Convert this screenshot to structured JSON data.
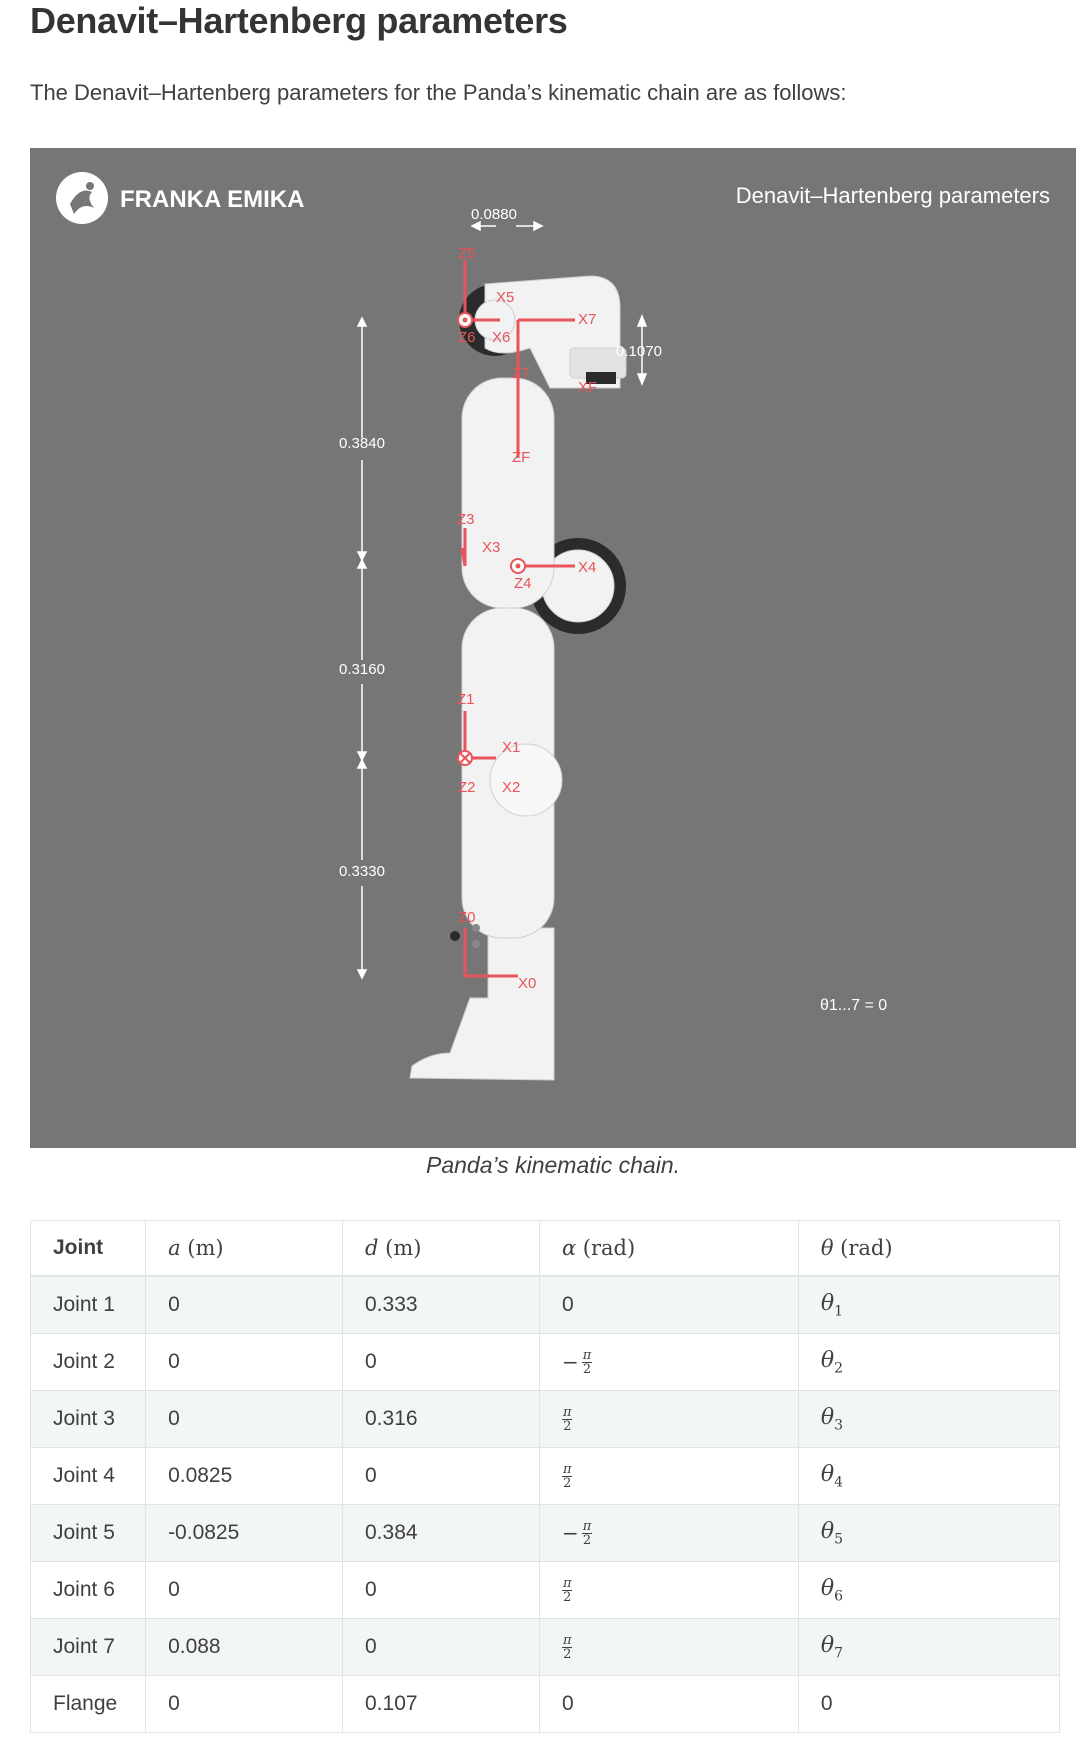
{
  "heading": "Denavit–Hartenberg parameters",
  "intro": "The Denavit–Hartenberg parameters for the Panda’s kinematic chain are as follows:",
  "figure": {
    "brand": "FRANKA EMIKA",
    "title": "Denavit–Hartenberg parameters",
    "dims": {
      "top_offset": "0.0880",
      "flange": "0.1070",
      "d5": "0.3840",
      "d3": "0.3160",
      "d1": "0.3330"
    },
    "frames": {
      "z0": "Z0",
      "x0": "X0",
      "z1": "Z1",
      "x1": "X1",
      "z2": "Z2",
      "x2": "X2",
      "z3": "Z3",
      "x3": "X3",
      "z4": "Z4",
      "x4": "X4",
      "z5": "Z5",
      "x5": "X5",
      "z6": "Z6",
      "x6": "X6",
      "z7": "Z7",
      "x7": "X7",
      "zf": "ZF",
      "xf": "XF"
    },
    "theta_note": "θ1...7 = 0",
    "colors": {
      "background": "#767676",
      "frame_axis": "#e8545a",
      "robot": "#f2f2f2"
    }
  },
  "caption": "Panda’s kinematic chain.",
  "table": {
    "headers": {
      "joint": "Joint",
      "a": {
        "sym": "a",
        "unit": " (m)"
      },
      "d": {
        "sym": "d",
        "unit": " (m)"
      },
      "alpha": {
        "sym": "α",
        "unit": " (rad)"
      },
      "theta": {
        "sym": "θ",
        "unit": " (rad)"
      }
    },
    "rows": [
      {
        "joint": "Joint 1",
        "a": "0",
        "d": "0.333",
        "alpha": "0",
        "theta": "θ1"
      },
      {
        "joint": "Joint 2",
        "a": "0",
        "d": "0",
        "alpha": "−π/2",
        "theta": "θ2"
      },
      {
        "joint": "Joint 3",
        "a": "0",
        "d": "0.316",
        "alpha": "π/2",
        "theta": "θ3"
      },
      {
        "joint": "Joint 4",
        "a": "0.0825",
        "d": "0",
        "alpha": "π/2",
        "theta": "θ4"
      },
      {
        "joint": "Joint 5",
        "a": "-0.0825",
        "d": "0.384",
        "alpha": "−π/2",
        "theta": "θ5"
      },
      {
        "joint": "Joint 6",
        "a": "0",
        "d": "0",
        "alpha": "π/2",
        "theta": "θ6"
      },
      {
        "joint": "Joint 7",
        "a": "0.088",
        "d": "0",
        "alpha": "π/2",
        "theta": "θ7"
      },
      {
        "joint": "Flange",
        "a": "0",
        "d": "0.107",
        "alpha": "0",
        "theta": "0"
      }
    ],
    "alpha_parts": {
      "neg": "−",
      "pi": "π",
      "two": "2"
    },
    "theta_parts": {
      "sym": "θ",
      "subs": [
        "1",
        "2",
        "3",
        "4",
        "5",
        "6",
        "7"
      ]
    }
  }
}
